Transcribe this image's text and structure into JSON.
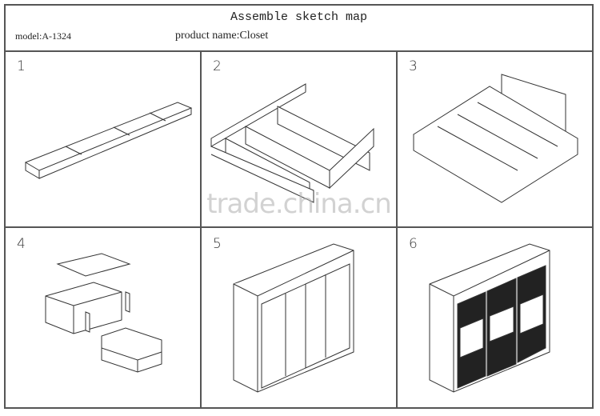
{
  "header": {
    "title": "Assemble sketch  map",
    "model": "model:A-1324",
    "product_name": "product name:Closet"
  },
  "steps": [
    {
      "number": "1"
    },
    {
      "number": "2"
    },
    {
      "number": "3"
    },
    {
      "number": "4"
    },
    {
      "number": "5"
    },
    {
      "number": "6"
    }
  ],
  "watermark": "trade.china.cn"
}
